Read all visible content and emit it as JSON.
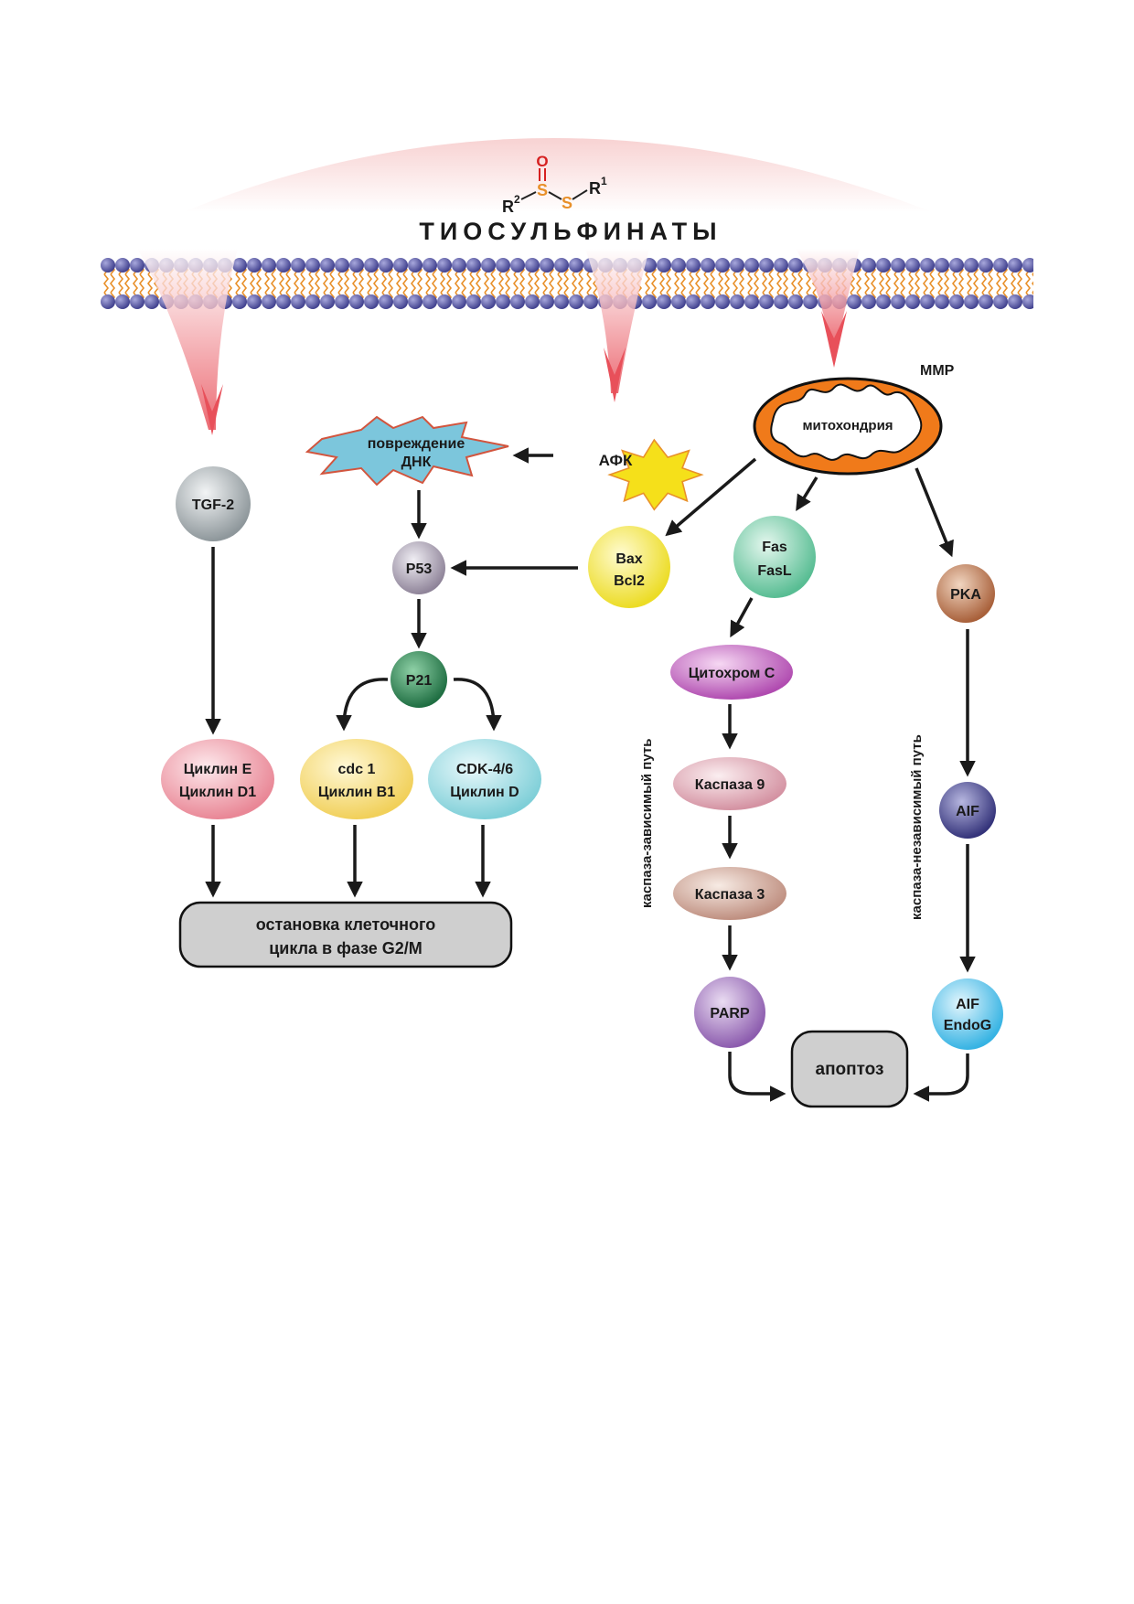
{
  "title": "ТИОСУЛЬФИНАТЫ",
  "molecule": {
    "atom_o": "O",
    "atom_s1": "S",
    "atom_s2": "S",
    "r2": "R",
    "r2_sup": "2",
    "r1": "R",
    "r1_sup": "1"
  },
  "labels": {
    "mmp": "MMP",
    "mitochondria": "митохондрия",
    "afk": "АФК",
    "dna_damage_1": "повреждение",
    "dna_damage_2": "ДНК",
    "tgf2": "TGF-2",
    "p53": "P53",
    "p21": "P21",
    "bax": "Bax",
    "bcl2": "Bcl2",
    "fas": "Fas",
    "fasl": "FasL",
    "pka": "PKA",
    "cytochrome_c": "Цитохром С",
    "caspase9": "Каспаза 9",
    "caspase3": "Каспаза 3",
    "parp": "PARP",
    "aif": "AIF",
    "aif2": "AIF",
    "endog": "EndoG",
    "cyclin_e": "Циклин E",
    "cyclin_d1": "Циклин D1",
    "cdc1": "cdc 1",
    "cyclin_b1": "Циклин B1",
    "cdk46": "CDK-4/6",
    "cyclin_d": "Циклин D",
    "arrest_1": "остановка клеточного",
    "arrest_2": "цикла в фазе G2/M",
    "apoptosis": "апоптоз",
    "caspase_dependent": "каспаза-зависимый путь",
    "caspase_independent": "каспаза-независимый путь"
  },
  "colors": {
    "arrow": "#1a1a1a",
    "membrane_head": "#4a4a9a",
    "membrane_tail": "#e8902a",
    "influx": "#e8505a",
    "mito_outer": "#f07a1a",
    "afk_star": "#f5e01a",
    "dna_star": "#7cc6dc",
    "box_fill": "#cfcfcf"
  }
}
